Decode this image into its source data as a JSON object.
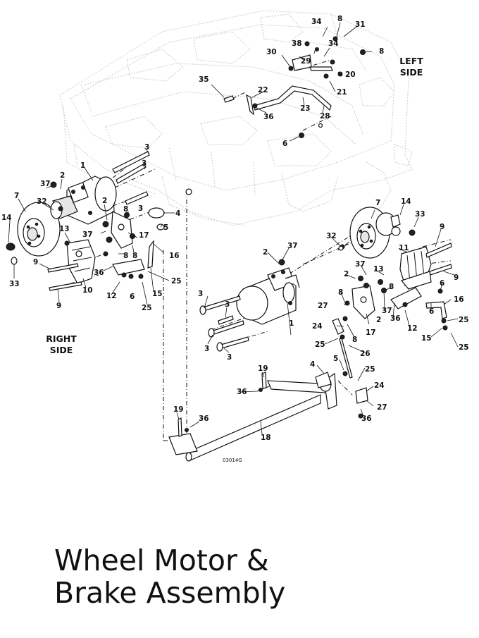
{
  "caption": {
    "line1": "Wheel Motor &",
    "line2": "Brake Assembly"
  },
  "side_labels": {
    "left_1": "LEFT",
    "left_2": "SIDE",
    "right_1": "RIGHT",
    "right_2": "SIDE"
  },
  "drawing_code": "03014G",
  "callouts": [
    "1",
    "2",
    "3",
    "4",
    "5",
    "6",
    "7",
    "8",
    "9",
    "10",
    "11",
    "12",
    "13",
    "14",
    "15",
    "16",
    "17",
    "18",
    "19",
    "20",
    "21",
    "22",
    "23",
    "24",
    "25",
    "26",
    "27",
    "28",
    "29",
    "30",
    "31",
    "32",
    "33",
    "34",
    "35",
    "36",
    "37",
    "38"
  ]
}
